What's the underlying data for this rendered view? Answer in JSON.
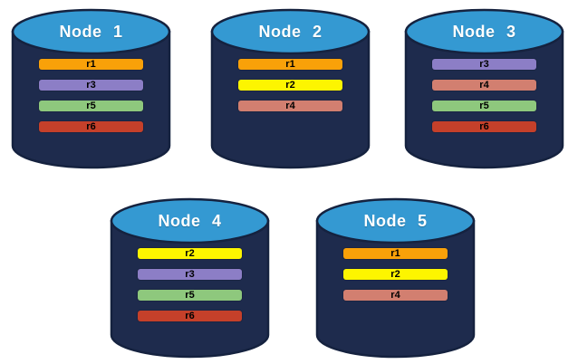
{
  "diagram": {
    "background": "#FFFFFF",
    "nodes": [
      {
        "title": "Node 1",
        "replicas": [
          "r1",
          "r3",
          "r5",
          "r6"
        ]
      },
      {
        "title": "Node 2",
        "replicas": [
          "r1",
          "r2",
          "r4"
        ]
      },
      {
        "title": "Node 3",
        "replicas": [
          "r3",
          "r4",
          "r5",
          "r6"
        ]
      },
      {
        "title": "Node 4",
        "replicas": [
          "r2",
          "r3",
          "r5",
          "r6"
        ]
      },
      {
        "title": "Node 5",
        "replicas": [
          "r1",
          "r2",
          "r4"
        ]
      }
    ],
    "replica_colors": {
      "r1": "#F9A109",
      "r2": "#FDF500",
      "r3": "#8C7EC6",
      "r4": "#D27F70",
      "r5": "#8EC87D",
      "r6": "#C5402A"
    },
    "cylinder": {
      "top_fill": "#3499D2",
      "body_fill": "#1E2B4D",
      "outline": "#15223F",
      "title_color": "#FFFFFF",
      "replica_text_color": "#000000"
    }
  }
}
